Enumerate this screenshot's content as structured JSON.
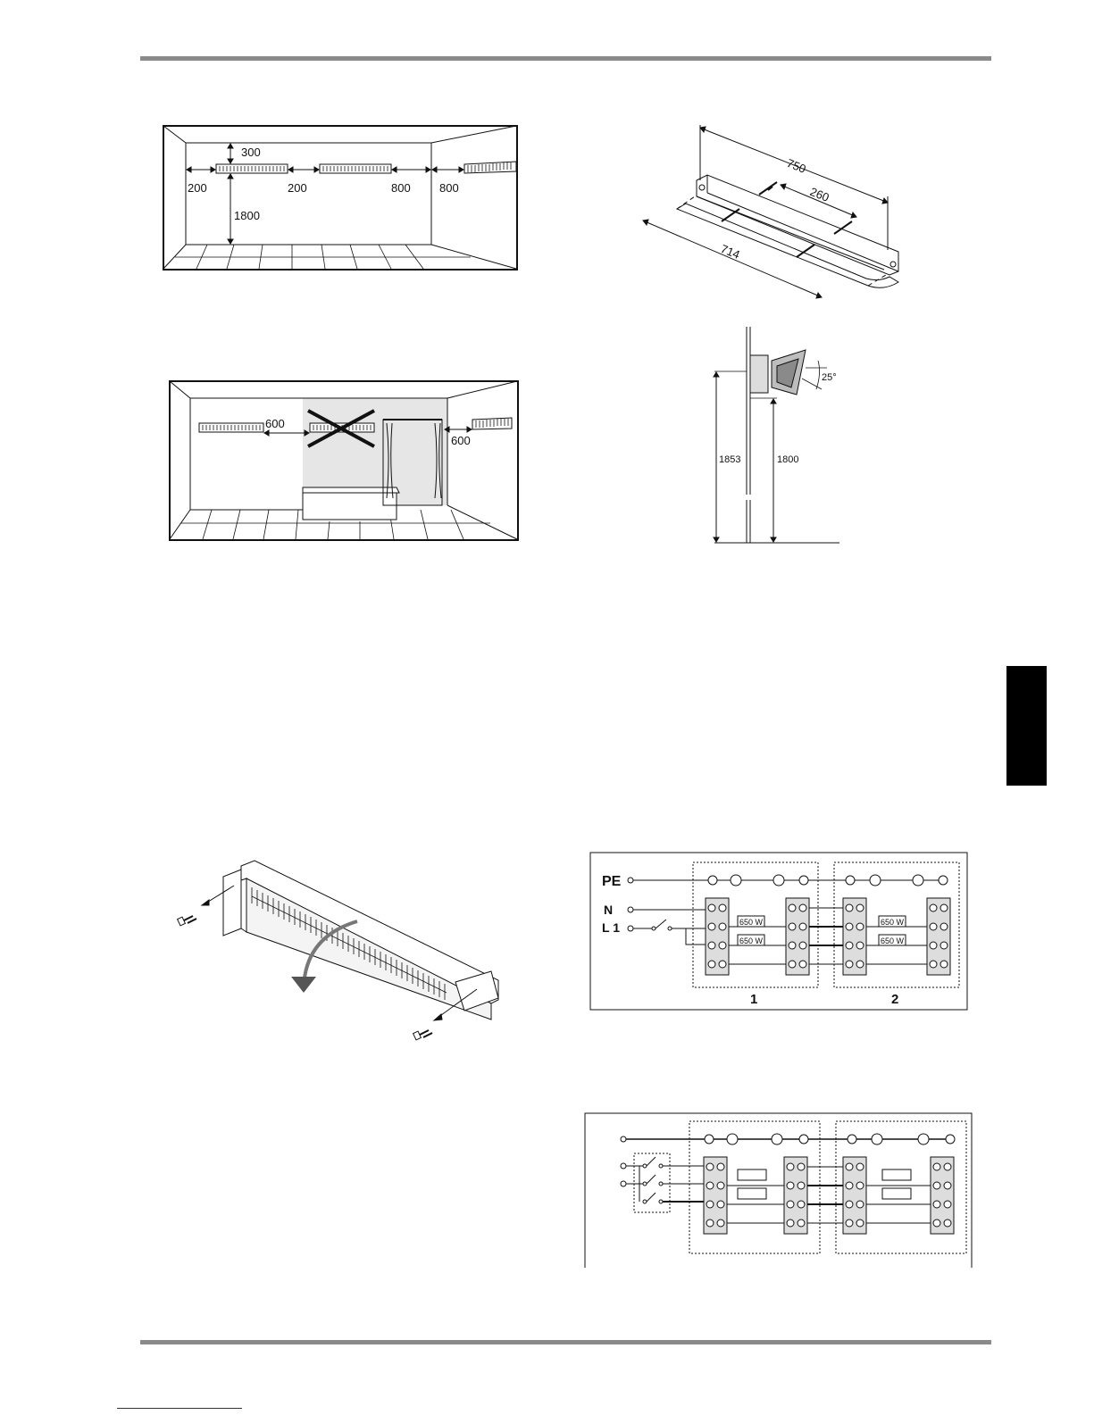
{
  "fig1": {
    "dim_top": "300",
    "dim_left": "200",
    "dim_mid": "200",
    "dim_right_a": "800",
    "dim_right_b": "800",
    "dim_height": "1800"
  },
  "fig2": {
    "dim_left": "600",
    "dim_right": "600"
  },
  "fig3": {
    "dim_total": "750",
    "dim_holes": "260",
    "dim_front": "714"
  },
  "fig4": {
    "dim_angle": "25°",
    "dim_left": "1853",
    "dim_right": "1800"
  },
  "wiring1": {
    "pe_label": "PE",
    "n_label": "N",
    "l1_label": "L 1",
    "heater_1a": "650 W",
    "heater_1b": "650 W",
    "heater_2a": "650 W",
    "heater_2b": "650 W",
    "unit_1": "1",
    "unit_2": "2"
  },
  "colors": {
    "rule": "#8a8a8a",
    "tab": "#000000",
    "shade": "#e6e6e6"
  },
  "icons": [
    "ground-icon",
    "screw-icon",
    "arrow-down-icon",
    "switch-icon",
    "cross-icon"
  ]
}
